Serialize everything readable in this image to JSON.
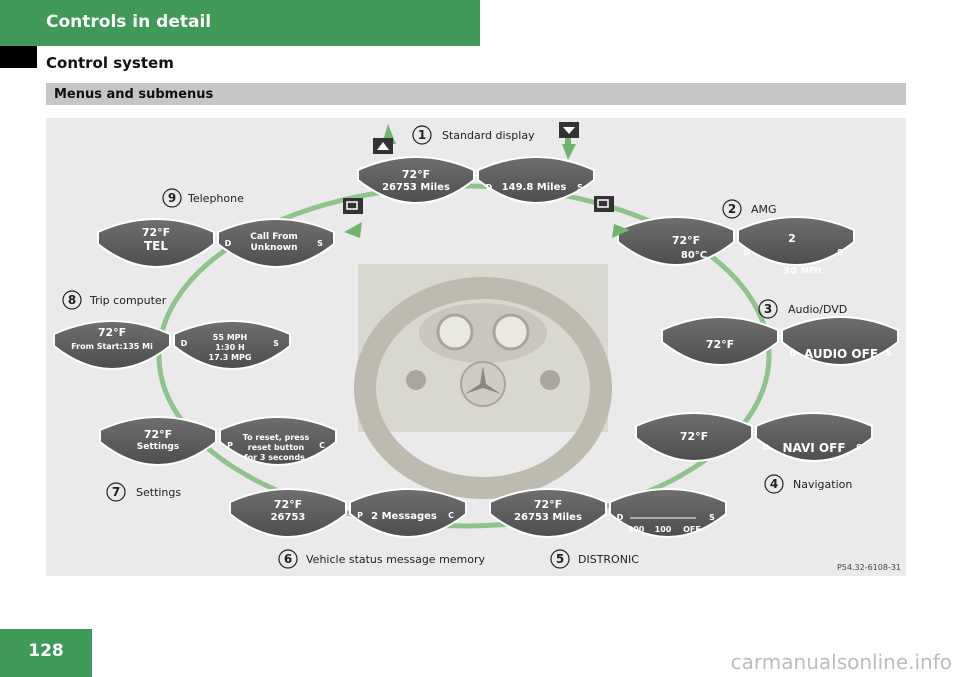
{
  "header": {
    "title": "Controls in detail",
    "subtitle": "Control system"
  },
  "section": {
    "label": "Menus and submenus"
  },
  "figure": {
    "callouts": [
      {
        "num": "1",
        "label": "Standard display"
      },
      {
        "num": "2",
        "label": "AMG"
      },
      {
        "num": "3",
        "label": "Audio/DVD"
      },
      {
        "num": "4",
        "label": "Navigation"
      },
      {
        "num": "5",
        "label": "DISTRONIC"
      },
      {
        "num": "6",
        "label": "Vehicle status message memory"
      },
      {
        "num": "7",
        "label": "Settings"
      },
      {
        "num": "8",
        "label": "Trip computer"
      },
      {
        "num": "9",
        "label": "Telephone"
      }
    ],
    "temp": "72°F",
    "displays": {
      "std_left": "26753 Miles",
      "std_right": "149.8 Miles",
      "amg_left": "80°C",
      "amg_right_top": "2",
      "amg_right_bottom": "30",
      "amg_unit": "MPH",
      "audio_right": "AUDIO OFF",
      "navi_right": "NAVI OFF",
      "distronic_left": "26753 Miles",
      "distronic_scale_1": "300",
      "distronic_scale_2": "100",
      "distronic_scale_3": "OFF",
      "msg_left": "26753",
      "msg_right": "2 Messages",
      "settings_left": "Settings",
      "settings_right_1": "To reset, press",
      "settings_right_2": "reset button",
      "settings_right_3": "for 3 seconds.",
      "trip_left": "From Start:135 Mi",
      "trip_right_1": "55 MPH",
      "trip_right_2": "1:30 H",
      "trip_right_3": "17.3 MPG",
      "tel_left": "TEL",
      "tel_right_1": "Call From",
      "tel_right_2": "Unknown"
    },
    "button_letters": {
      "d": "D",
      "s": "S",
      "p": "P",
      "c": "C"
    },
    "ref_code": "P54.32-6108-31"
  },
  "page": {
    "number": "128"
  },
  "watermark": "carmanualsonline.info"
}
